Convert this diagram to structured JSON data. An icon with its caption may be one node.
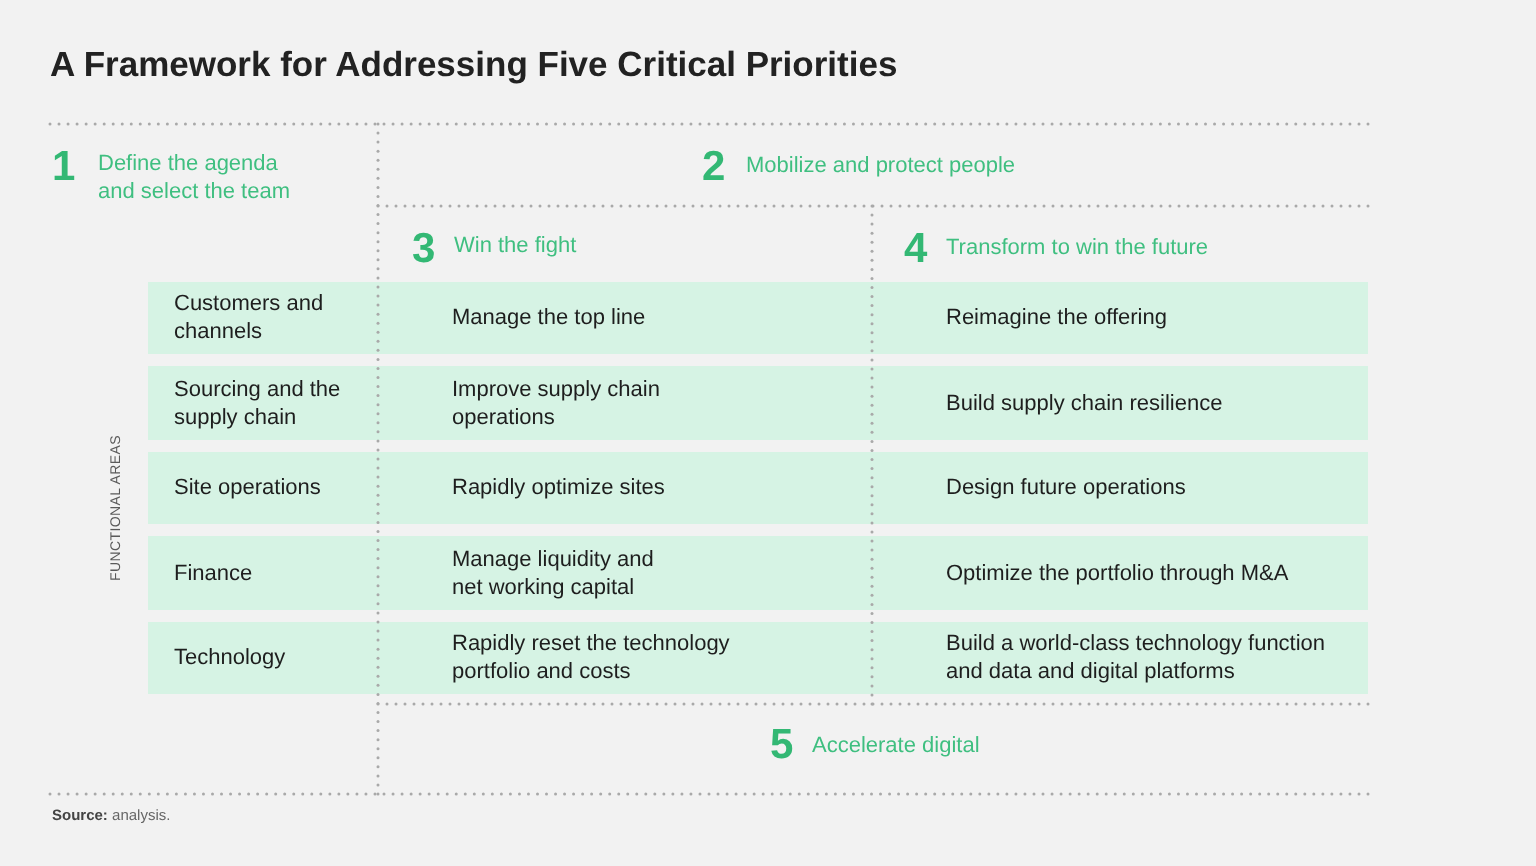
{
  "diagram": {
    "title": "A Framework for Addressing Five Critical Priorities",
    "caption": "**Source:** analysis.",
    "nodes": [
      {
        "text": [
          "Customers and channels",
          "Manage the top line",
          "Reimagine the offering"
        ]
      },
      {
        "text": [
          "Sourcing and the supply chain",
          "Improve supply chain operations",
          "Build supply chain resilience"
        ]
      },
      {
        "text": [
          "Site operations",
          "Rapidly optimize sites",
          "Design future operations"
        ]
      },
      {
        "text": [
          "Finance",
          "Manage liquidity and net working capital",
          "Optimize the portfolio through M&A"
        ]
      },
      {
        "text": [
          "Technology",
          "Rapidly reset the technology portfolio and costs",
          "Build a world-class technology function and data and digital platforms"
        ]
      }
    ],
    "labels": [
      "1",
      "Define the agenda and select the team",
      "2",
      "Mobilize and protect people",
      "3",
      "Win the fight",
      "4",
      "Transform to win the future",
      "FUNCTIONAL AREAS",
      "5",
      "Accelerate digital"
    ]
  }
}
